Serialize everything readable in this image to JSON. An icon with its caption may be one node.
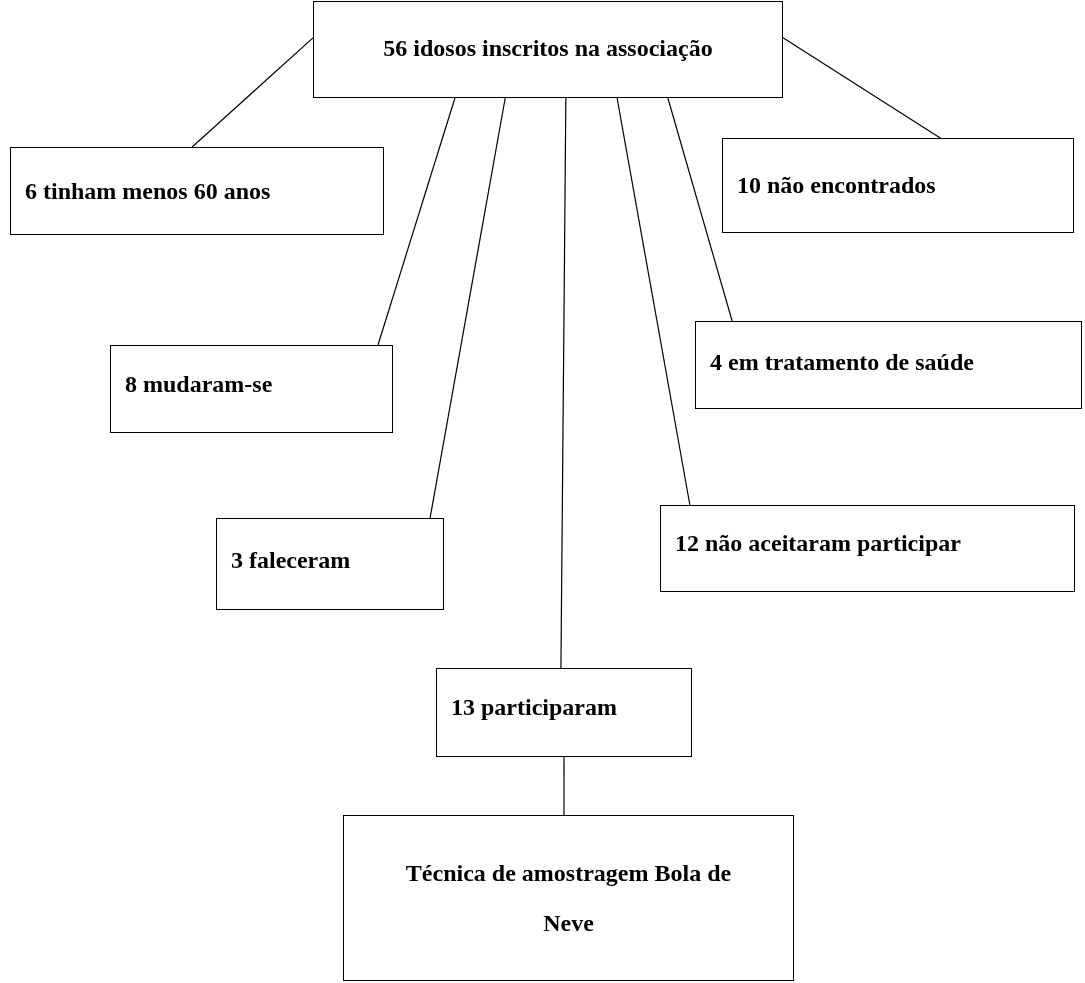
{
  "diagram": {
    "nodes": [
      {
        "text": [
          "56 idosos inscritos na associação"
        ]
      },
      {
        "text": [
          "6 tinham menos 60 anos"
        ]
      },
      {
        "text": [
          "10 não encontrados"
        ]
      },
      {
        "text": [
          "8 mudaram-se"
        ]
      },
      {
        "text": [
          "4 em tratamento de saúde"
        ]
      },
      {
        "text": [
          "3 faleceram"
        ]
      },
      {
        "text": [
          "12 não aceitaram participar"
        ]
      },
      {
        "text": [
          "13 participaram"
        ]
      },
      {
        "text": [
          "Técnica de amostragem Bola de Neve"
        ]
      }
    ],
    "edges": [
      {
        "from": 0,
        "to": 1,
        "arrow": "none"
      },
      {
        "from": 0,
        "to": 2,
        "arrow": "none"
      },
      {
        "from": 0,
        "to": 3,
        "arrow": "none"
      },
      {
        "from": 0,
        "to": 5,
        "arrow": "none"
      },
      {
        "from": 0,
        "to": 7,
        "arrow": "none"
      },
      {
        "from": 0,
        "to": 6,
        "arrow": "none"
      },
      {
        "from": 0,
        "to": 4,
        "arrow": "none"
      },
      {
        "from": 7,
        "to": 8,
        "arrow": "none"
      }
    ]
  }
}
